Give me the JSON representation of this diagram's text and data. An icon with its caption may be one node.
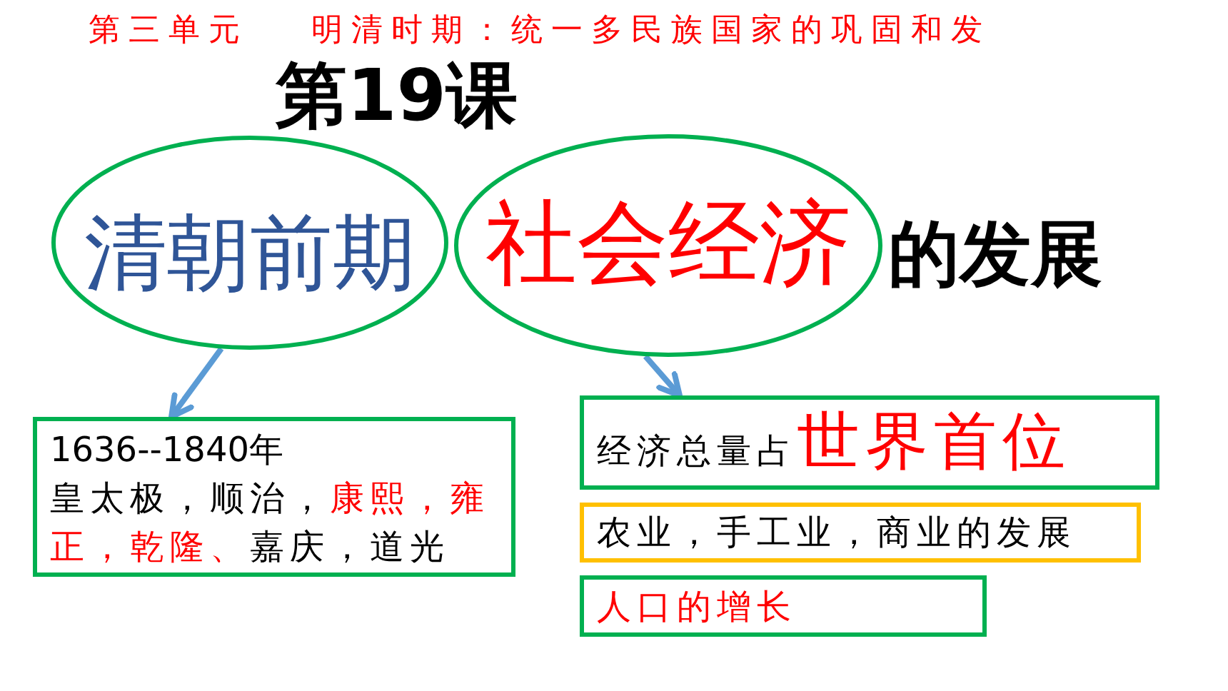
{
  "diagram": {
    "title": "第19课",
    "nodes": [
      {
        "text": [
          "清朝前期"
        ]
      },
      {
        "text": [
          "社会经济"
        ]
      },
      {
        "text": [
          "1636--1840年",
          "皇太极，顺治，**康熙，雍正，乾隆、**嘉庆，道光"
        ]
      },
      {
        "text": [
          "经济总量占**世界首位**"
        ]
      },
      {
        "text": [
          "农业，手工业，商业的发展"
        ]
      },
      {
        "text": [
          "人口的增长"
        ]
      }
    ],
    "edges": [
      {
        "from": 0,
        "to": 2,
        "arrow": "to"
      },
      {
        "from": 1,
        "to": 3,
        "arrow": "to"
      }
    ],
    "labels": [
      "第三单元",
      "明清时期：统一多民族国家的巩固和发",
      "的发展"
    ]
  }
}
